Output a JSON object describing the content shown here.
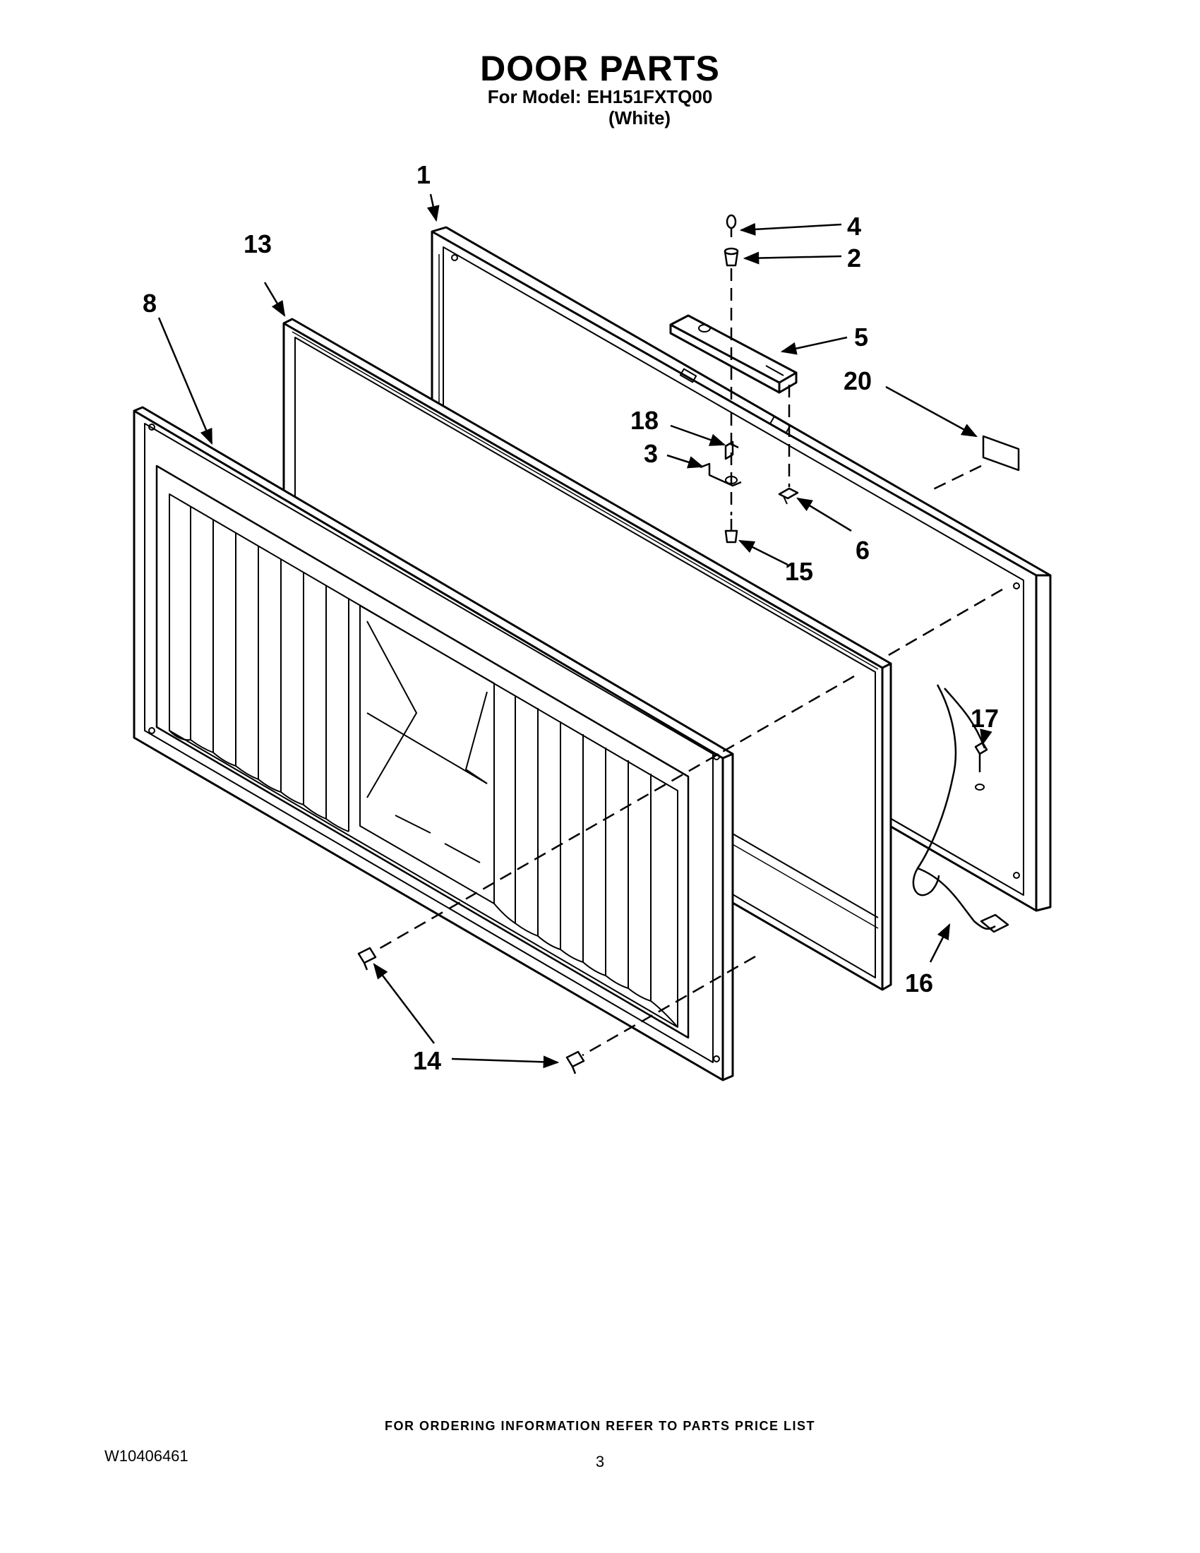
{
  "header": {
    "title": "DOOR PARTS",
    "model_label": "For Model:",
    "model_number": "EH151FXTQ00",
    "color": "(White)"
  },
  "callouts": {
    "c1": "1",
    "c2": "2",
    "c3": "3",
    "c4": "4",
    "c5": "5",
    "c6": "6",
    "c8": "8",
    "c13": "13",
    "c14": "14",
    "c15": "15",
    "c16": "16",
    "c17": "17",
    "c18": "18",
    "c20": "20"
  },
  "footer": {
    "ordering_note": "FOR ORDERING INFORMATION REFER TO PARTS PRICE LIST",
    "document_number": "W10406461",
    "page_number": "3"
  }
}
